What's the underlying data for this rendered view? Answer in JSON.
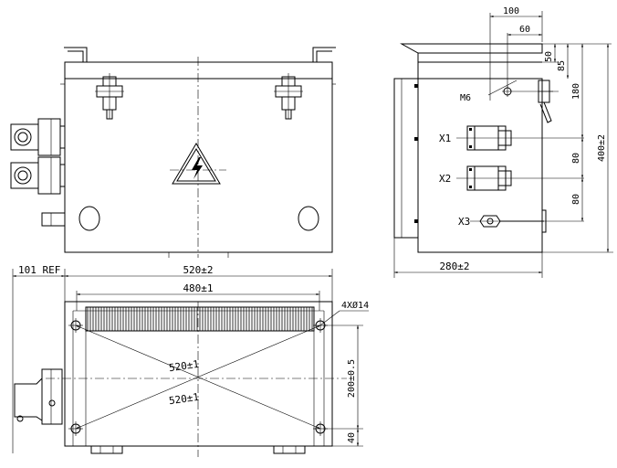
{
  "front_view": {
    "warning_symbol": "high-voltage-warning-icon"
  },
  "side_view": {
    "dim_top_100": "100",
    "dim_top_60": "60",
    "dim_50": "50",
    "dim_85": "85",
    "dim_180": "180",
    "dim_400": "400±2",
    "dim_80_a": "80",
    "dim_80_b": "80",
    "label_m6": "M6",
    "label_x1": "X1",
    "label_x2": "X2",
    "label_x3": "X3",
    "dim_width": "280±2"
  },
  "bottom_view": {
    "dim_ref": "101 REF",
    "dim_520": "520±2",
    "dim_480": "480±1",
    "dim_holes": "4XØ14",
    "dim_diag_1": "520±1",
    "dim_diag_2": "520±1",
    "dim_200": "200±0.5",
    "dim_40": "40"
  }
}
